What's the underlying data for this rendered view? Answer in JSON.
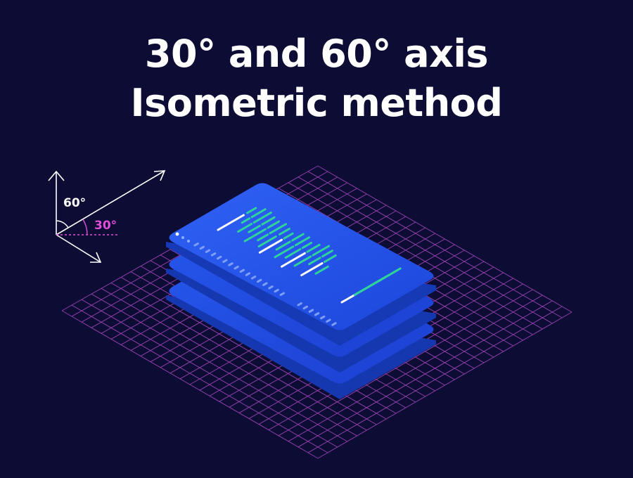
{
  "title": {
    "line1": "30° and 60° axis",
    "line2": "Isometric method"
  },
  "axis_diagram": {
    "label_60": "60°",
    "label_30": "30°"
  },
  "colors": {
    "background": "#0c0c35",
    "title_text": "#ffffff",
    "grid": "#8e3fa6",
    "label_30": "#e04fd9",
    "card_face": "#2353ea",
    "card_edge": "#1639b5",
    "bar_green": "#2fd49a",
    "bar_white": "#ffffff"
  }
}
